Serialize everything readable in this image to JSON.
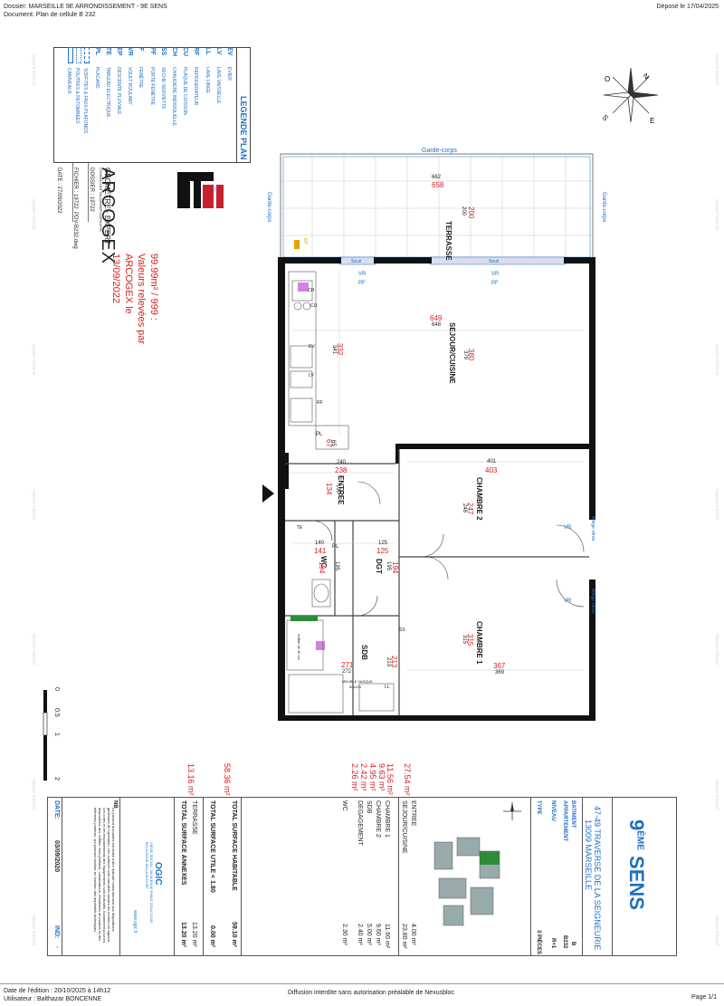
{
  "header": {
    "dossier": "Dossier: MARSEILLE 9E ARRONDISSEMENT - 9E SENS",
    "document": "Document: Plan de cellule B 232",
    "depose": "Déposé le 17/04/2025"
  },
  "footer": {
    "date_edition": "Date de l'édition : 20/10/2025 à 14h12",
    "utilisateur": "Utilisateur :  Balthazar BONCENNE",
    "diffusion": "Diffusion interdite sans autorisation préalable de Nexusbloc",
    "page": "Page 1/1"
  },
  "watermark": "espace notarial",
  "legend": {
    "title": "LEGENDE PLAN",
    "items": [
      {
        "code": "EV",
        "label": "EVIER"
      },
      {
        "code": "LV",
        "label": "LAVE VAISSELLE"
      },
      {
        "code": "LL",
        "label": "LAVE LINGE"
      },
      {
        "code": "RF",
        "label": "REFRIGERATEUR"
      },
      {
        "code": "CU",
        "label": "PLAQUE DE CUISSON"
      },
      {
        "code": "CH",
        "label": "CHAUDIERE INDIVIDUELLE"
      },
      {
        "code": "SS",
        "label": "SECHE-SERVIETTE"
      },
      {
        "code": "PF",
        "label": "PORTE-FENÊTRE"
      },
      {
        "code": "F",
        "label": "FENÊTRE"
      },
      {
        "code": "VR",
        "label": "VOLET ROULANT"
      },
      {
        "code": "EP",
        "label": "DESCENTE PLUVIALE"
      },
      {
        "code": "TE",
        "label": "TABLEAU ELECTRIQUE"
      },
      {
        "code": "PL",
        "label": "PLACARD"
      },
      {
        "code": "",
        "label": "SOFFITES & FAUX-PLAFONDS"
      },
      {
        "code": "",
        "label": "POUTRES & RETOMBEES"
      },
      {
        "code": "",
        "label": "CANIVEAUX"
      }
    ]
  },
  "geometre": {
    "logo_name": "ARCOGEX",
    "profession": "GÉOMÈTRE - EXPERT",
    "subtitle": "CONSEILLER VALORISER GARANTIR",
    "dossier": "DOSSIER : 19722",
    "fichier": "FICHIER : 19722_PDV-B232.dwg",
    "date": "DATE : 27/09/2022",
    "stamp_line1": "99.99m² / 999 :",
    "stamp_line2": "Valeurs relevées par",
    "stamp_line3": "ARCOGEX le",
    "stamp_line4": "13/09/2022"
  },
  "plan": {
    "terrasse": {
      "label": "TERRASSE",
      "dims": "662",
      "area": "658",
      "depth1": "200",
      "depth2": "200"
    },
    "garde_corps_top": "Garde-corps",
    "garde_corps_left": "Garde-corps",
    "garde_corps_right": "Garde-corps",
    "seuil_labels": [
      "Seuil",
      "Seuil"
    ],
    "allege_vitree": [
      "Allège vitrée",
      "Allège vitrée"
    ],
    "ep_label": "EP",
    "rooms": [
      {
        "label": "SEJOUR/CUISINE",
        "v_red": "649",
        "v_black": "648",
        "h_red": "380",
        "h_black": "379"
      },
      {
        "label": "CHAMBRE 2",
        "v_black": "401",
        "v_red": "403",
        "h_red": "247",
        "h_black": "248"
      },
      {
        "label": "CHAMBRE 1",
        "h_red": "315",
        "h_black": "315",
        "v_red": "367",
        "v_black": "369"
      },
      {
        "label": "ENTREE",
        "v_black": "240",
        "v_red": "238",
        "h_red": "134",
        "h_black": "130"
      },
      {
        "label": "WC",
        "v_black": "140",
        "v_red": "141",
        "h_red": "194",
        "h_black": "195"
      },
      {
        "label": "DGT",
        "v_black": "125",
        "v_red": "125",
        "h_red": "194",
        "h_black": "195"
      },
      {
        "label": "SDB",
        "v_red": "271",
        "v_black": "272",
        "h_red": "213",
        "h_black": "213"
      }
    ],
    "kitchen_dims": {
      "black": "341",
      "red": "332"
    },
    "pl_dims": {
      "black": "65",
      "red": "67"
    },
    "equip": [
      "CH",
      "CU",
      "EV",
      "LV",
      "RF",
      "PL",
      "TE",
      "SS",
      "LL",
      "PL",
      "VR",
      "PF",
      "VR",
      "PF",
      "VR",
      "VR"
    ],
    "meuble_vasque": "MEUBLE VASQUE",
    "meuble_dims": "50x120",
    "soffite_note": "Soffite de 40 cm"
  },
  "scale": {
    "labels": [
      "0",
      "0.5",
      "1",
      "2"
    ]
  },
  "cartouche": {
    "brand_prefix": "9",
    "brand_sup": "ÈME",
    "brand_suffix": " SENS",
    "address_line1": "47-49 TRAVERSE DE LA SEIGNEURIE",
    "address_line2": "13009 MARSEILLE",
    "type_label": "TYPE",
    "type_value": "3 PIÈCES",
    "info": [
      {
        "label": "BATIMENT",
        "value": "B"
      },
      {
        "label": "APPARTEMENT",
        "value": "B232"
      },
      {
        "label": "NIVEAU",
        "value": "R+1"
      }
    ],
    "surfaces": [
      {
        "label": "ENTREE",
        "value": "4.00 m²",
        "meas": "27.54 m²"
      },
      {
        "label": "SEJOUR/CUISINE",
        "value": "23.80 m²",
        "meas": "11.56 m²"
      },
      {
        "label": "CHAMBRE 1",
        "value": "11.60 m²",
        "meas": "9.63 m²"
      },
      {
        "label": "CHAMBRE 2",
        "value": "9.60 m²",
        "meas": "4.95 m²"
      },
      {
        "label": "SDB",
        "value": "5.00 m²",
        "meas": "2.42 m²"
      },
      {
        "label": "DEGAGEMENT",
        "value": "2.40 m²",
        "meas": "2.26 m²"
      },
      {
        "label": "WC",
        "value": "2.30 m²",
        "meas": ""
      }
    ],
    "total_hab_label": "TOTAL SURFACE HABITABLE",
    "total_hab_value": "59.10 m²",
    "total_hab_meas": "58.36 m²",
    "total_util_label": "TOTAL SURFACE UTILE < 1.80",
    "total_util_value": "0.00 m²",
    "terrasse_label": "TERRASSE",
    "terrasse_value": "13.20 m²",
    "terrasse_meas": "13.16 m²",
    "total_annex_label": "TOTAL SURFACE ANNEXES",
    "total_annex_value": "13.20 m²",
    "nb_title": "NB",
    "nb_text": "Le présent document est établi à titre indicatif conformément aux dispositions générales de l'opération. Les surfaces sont calculées suivant les normes en vigueur. Les cotes et les emplacements des équipements sont indicatifs, notamment pour les dispositions des soffites, faux-plafonds, canalisations, retombées de poutres et des éléments porteurs, qui pourront évoluer en fonction des impératifs techniques.",
    "ogic_name": "OGIC",
    "ogic_addr": "SIÈGE SOCIAL : 58 AVENUE EMILE ZOLA 92100 BOULOGNE-BILLANCOURT",
    "ogic_web": "www.ogic.fr",
    "date_label": "DATE:",
    "date_value": "03/09/2020",
    "ind_label": "IND:",
    "ind_value": "-"
  },
  "colors": {
    "blue": "#1f6fc5",
    "red": "#d62020",
    "wall": "#111111",
    "green": "#2e8b3a",
    "magenta": "#b032c8"
  }
}
